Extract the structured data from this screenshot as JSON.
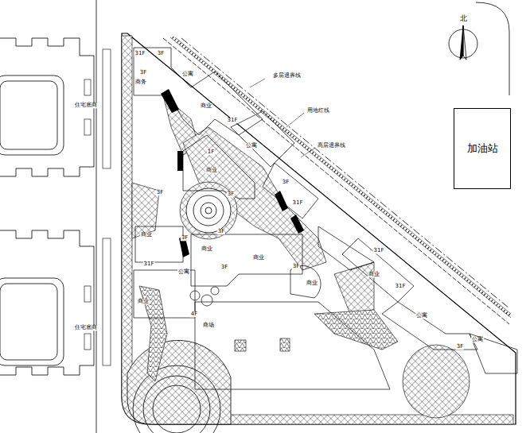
{
  "diagram": {
    "nodes": [
      {
        "text": [
          "加油站"
        ]
      }
    ],
    "labels": [
      "北",
      "多层退界线",
      "用地红线",
      "高层退界线",
      "住宅底商",
      "住宅底商",
      "31F",
      "3F",
      "3F",
      "商务",
      "公寓",
      "商业",
      "31F",
      "公寓",
      "商业",
      "3F",
      "3F",
      "3F",
      "31F",
      "商业",
      "3F",
      "商业",
      "商业",
      "3F",
      "31F",
      "公寓",
      "3F",
      "3F",
      "商业",
      "商业",
      "31F",
      "商业",
      "31F",
      "公寓",
      "4F",
      "商场",
      "3F",
      "公寓",
      "1F"
    ]
  }
}
